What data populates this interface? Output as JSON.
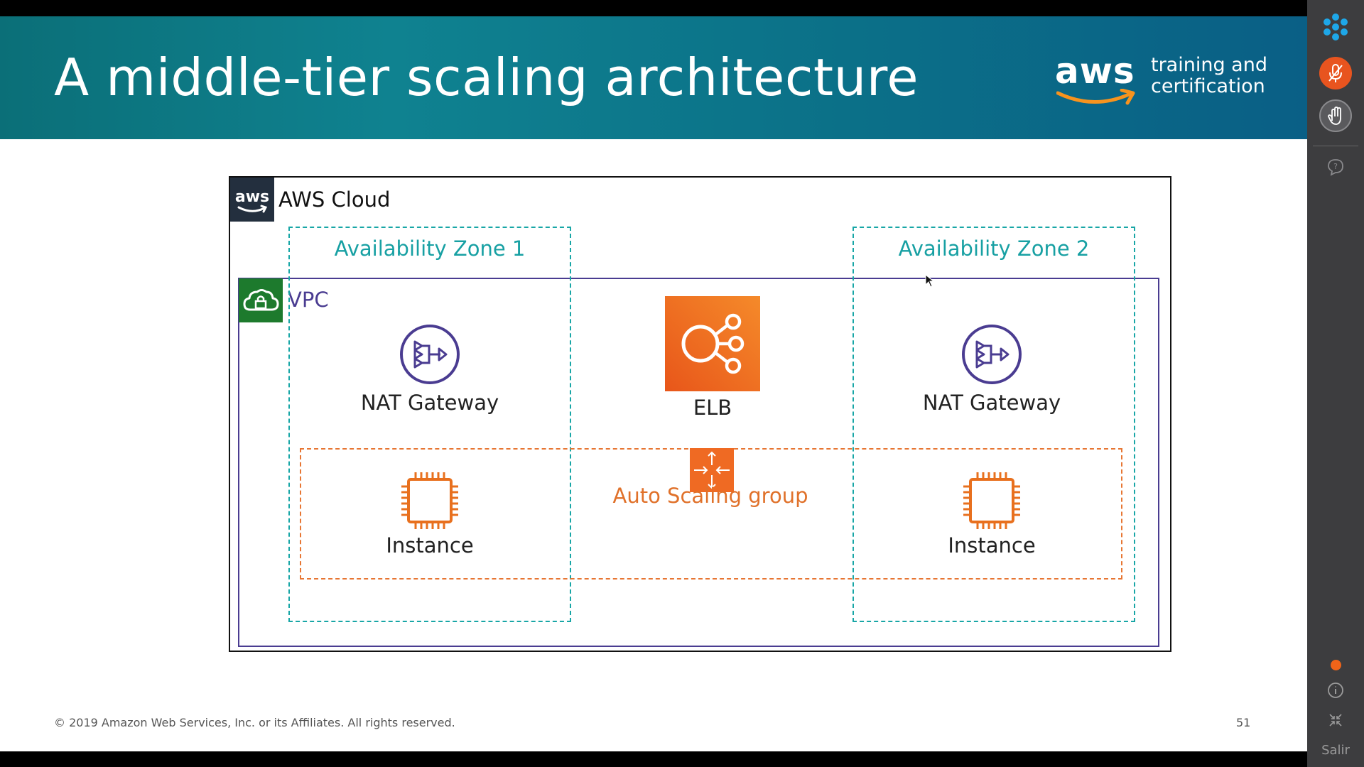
{
  "slide": {
    "title": "A middle-tier scaling architecture",
    "brand": {
      "wordmark": "aws",
      "tagline": "training and certification"
    },
    "diagram": {
      "cloud_label": "AWS Cloud",
      "az1_label": "Availability Zone 1",
      "az2_label": "Availability Zone 2",
      "vpc_label": "VPC",
      "nat1_label": "NAT Gateway",
      "nat2_label": "NAT Gateway",
      "elb_label": "ELB",
      "asg_label": "Auto Scaling group",
      "instance1_label": "Instance",
      "instance2_label": "Instance"
    },
    "footer": {
      "copyright": "© 2019 Amazon Web Services, Inc. or its Affiliates. All rights reserved.",
      "page_number": "51"
    }
  },
  "sidebar": {
    "exit_label": "Salir"
  },
  "colors": {
    "banner": "#0b7088",
    "availability_zone": "#17a0a3",
    "vpc": "#4a3c91",
    "auto_scaling": "#e77633",
    "nat_gateway": "#4a3c91",
    "elb": "#f26b21",
    "instance": "#e8701e",
    "mic_button": "#e8541f",
    "sidebar": "#3d3d3f"
  },
  "icons": [
    "snowflake-logo-icon",
    "microphone-icon",
    "raise-hand-icon",
    "help-icon",
    "status-dot-icon",
    "info-icon",
    "collapse-icon",
    "aws-logo-icon",
    "cloud-lock-icon",
    "nat-gateway-icon",
    "elb-icon",
    "auto-scaling-icon",
    "ec2-instance-icon"
  ]
}
